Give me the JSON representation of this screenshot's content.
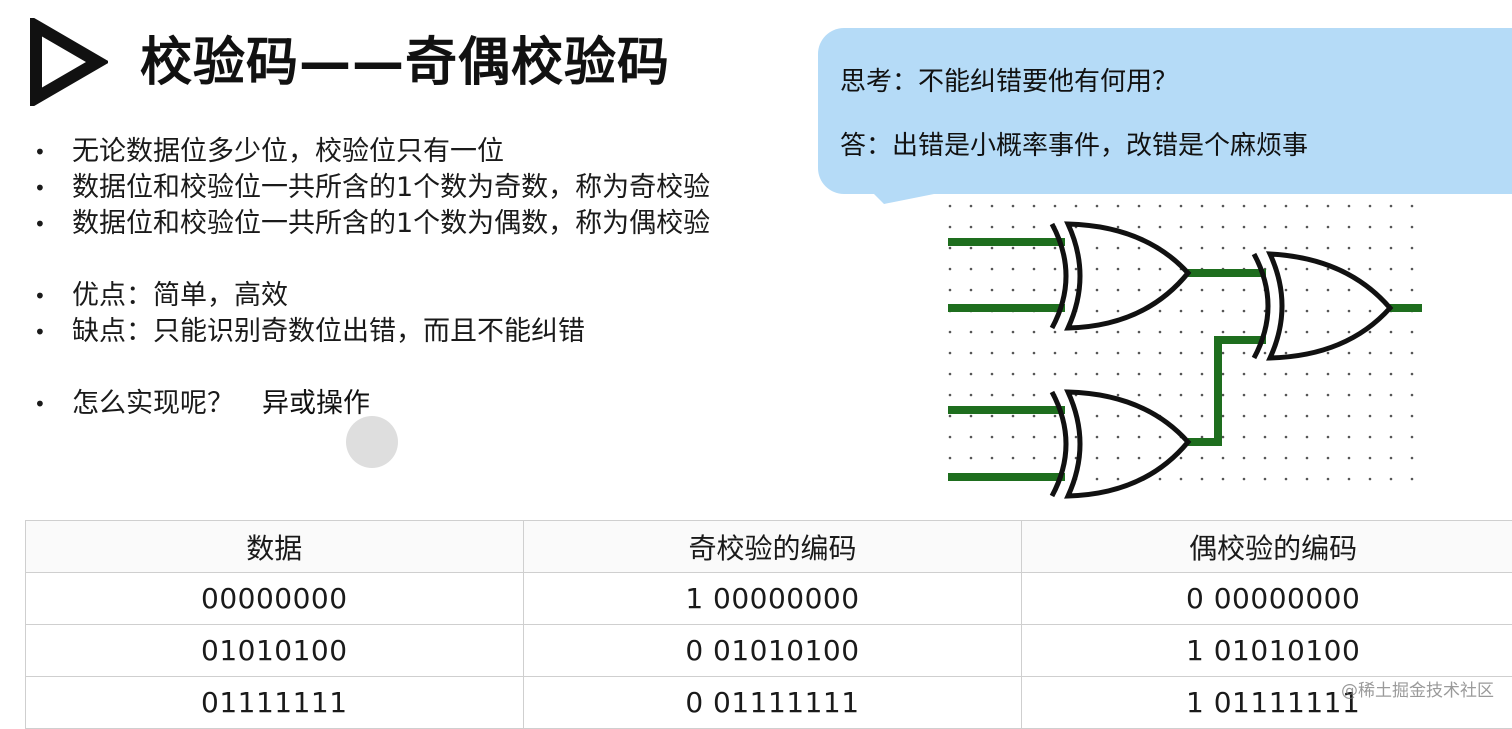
{
  "slide": {
    "title": "校验码——奇偶校验码"
  },
  "bullets": [
    {
      "text": "无论数据位多少位，校验位只有一位"
    },
    {
      "text": "数据位和校验位一共所含的1个数为奇数，称为奇校验"
    },
    {
      "text": "数据位和校验位一共所含的1个数为偶数，称为偶校验"
    },
    {
      "text": "优点：简单，高效"
    },
    {
      "text": "缺点：只能识别奇数位出错，而且不能纠错"
    },
    {
      "text": "怎么实现呢？",
      "emphasis": "异或操作"
    }
  ],
  "bullet_symbol": "•",
  "bubble": {
    "question": "思考：不能纠错要他有何用？",
    "answer": "答：出错是小概率事件，改错是个麻烦事",
    "background_color": "#b5dbf7"
  },
  "circuit": {
    "gates": [
      "xor-gate",
      "xor-gate",
      "xor-gate"
    ],
    "wire_color": "#1e6e1e"
  },
  "table": {
    "headers": [
      "数据",
      "奇校验的编码",
      "偶校验的编码"
    ],
    "rows": [
      [
        "00000000",
        "1 00000000",
        "0 00000000"
      ],
      [
        "01010100",
        "0 01010100",
        "1 01010100"
      ],
      [
        "01111111",
        "0 01111111",
        "1 01111111"
      ]
    ]
  },
  "watermark": "@稀土掘金技术社区"
}
